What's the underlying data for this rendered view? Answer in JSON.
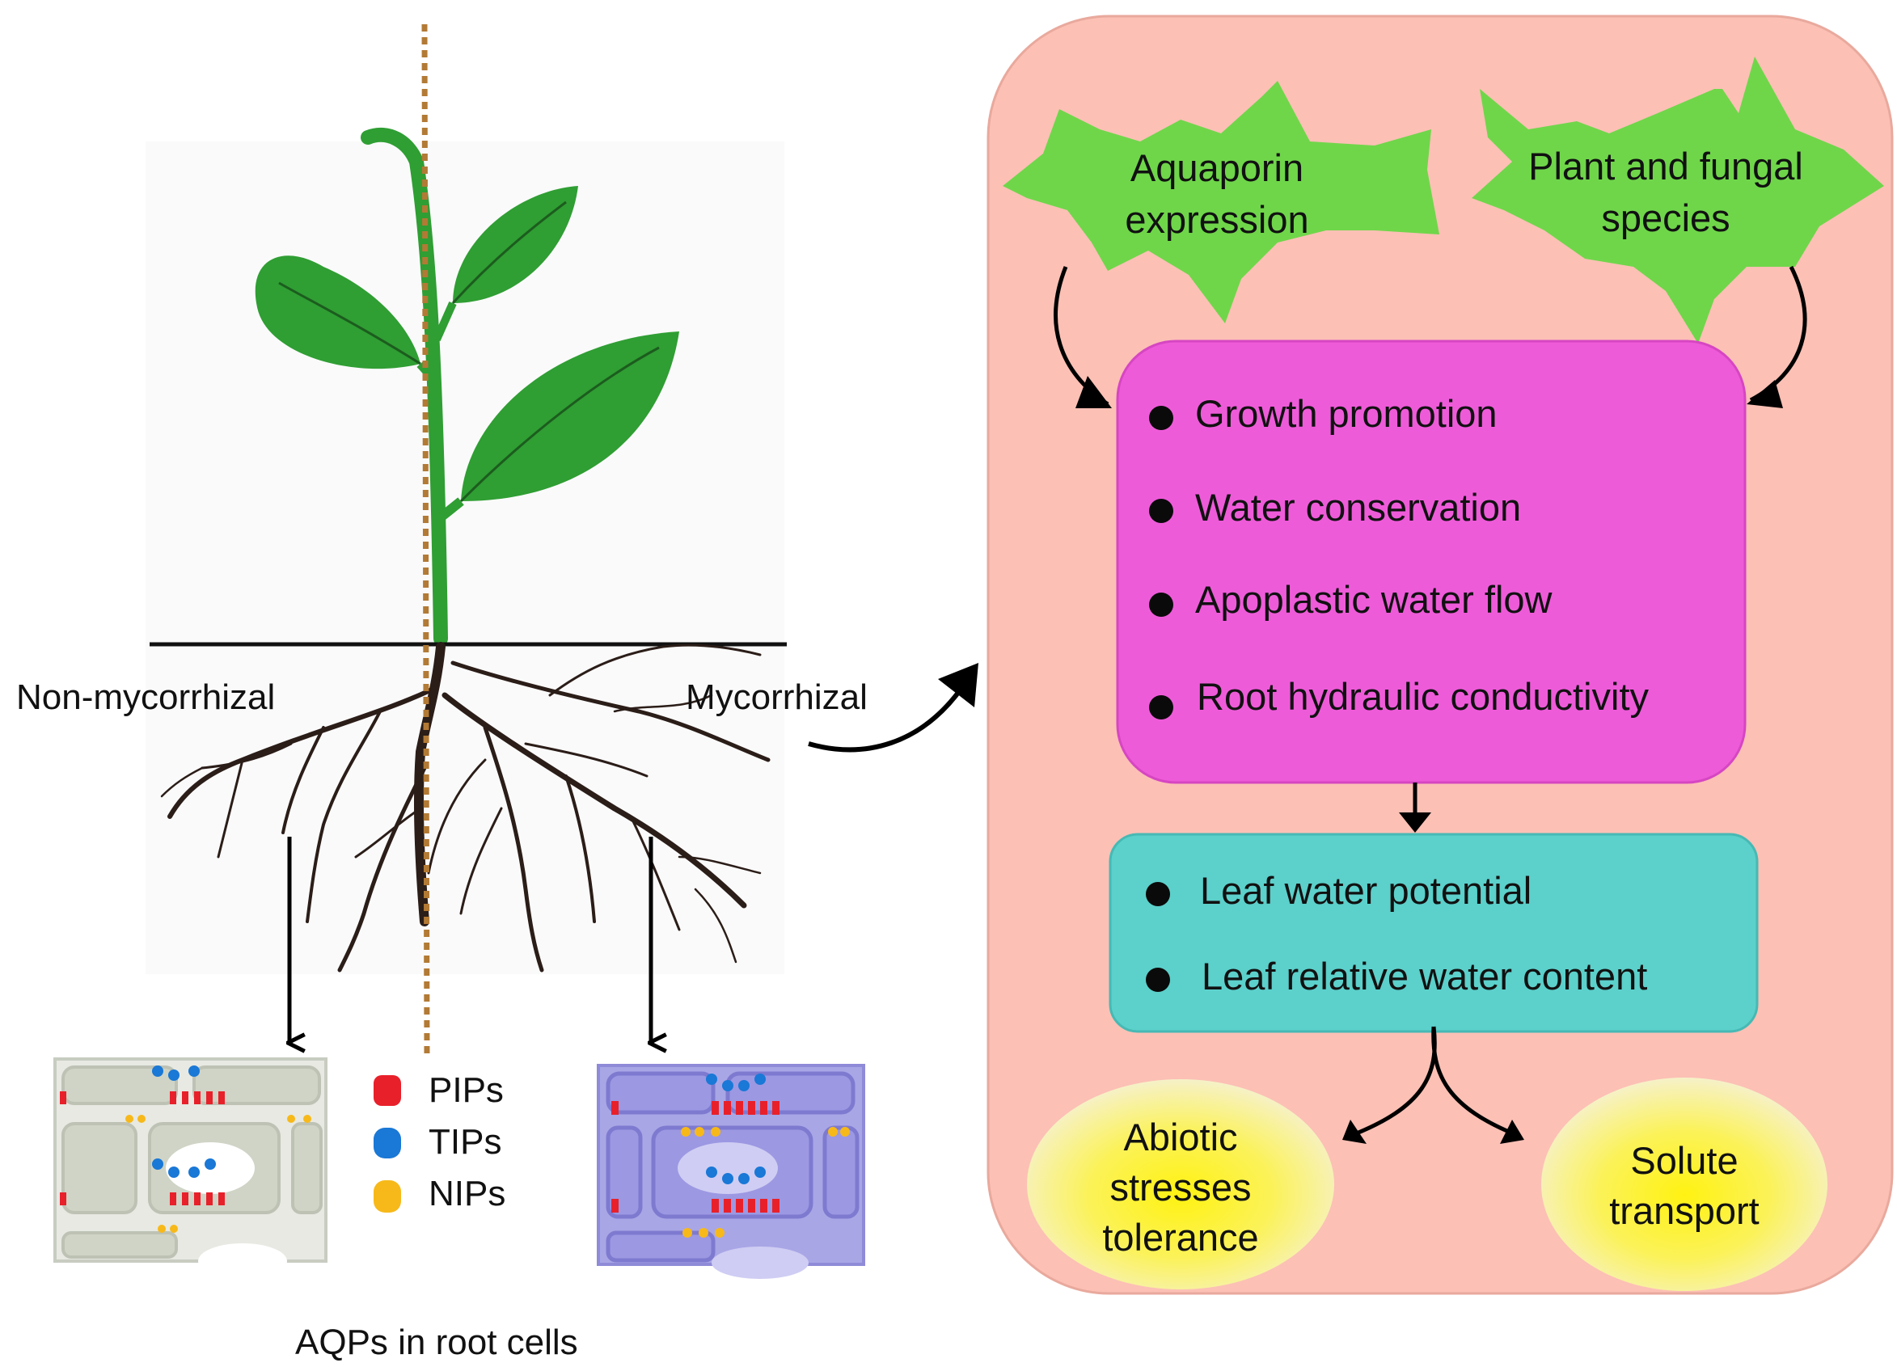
{
  "labels": {
    "non_mycorrhizal": "Non-mycorrhizal",
    "mycorrhizal": "Mycorrhizal",
    "aqps_caption": "AQPs in root cells"
  },
  "legend": [
    {
      "label": "PIPs",
      "color": "#e8202a"
    },
    {
      "label": "TIPs",
      "color": "#1a78d6"
    },
    {
      "label": "NIPs",
      "color": "#f7b91a"
    }
  ],
  "factors": [
    "Aquaporin expression",
    "Plant and fungal species"
  ],
  "effects_box": {
    "color": "#ee5bd9",
    "items": [
      "Growth promotion",
      "Water conservation",
      "Apoplastic water flow",
      "Root hydraulic conductivity"
    ]
  },
  "leaf_box": {
    "color": "#5cd0cb",
    "items": [
      "Leaf water potential",
      "Leaf relative water content"
    ]
  },
  "outcomes": [
    "Abiotic stresses tolerance",
    "Solute transport"
  ],
  "colors": {
    "panel_bg": "#fcc0b5",
    "star": "#6fd64a",
    "leaf": "#2f9e33",
    "root": "#2b1d18",
    "oval_core": "#fff212",
    "oval_edge": "#f8f3b8"
  }
}
